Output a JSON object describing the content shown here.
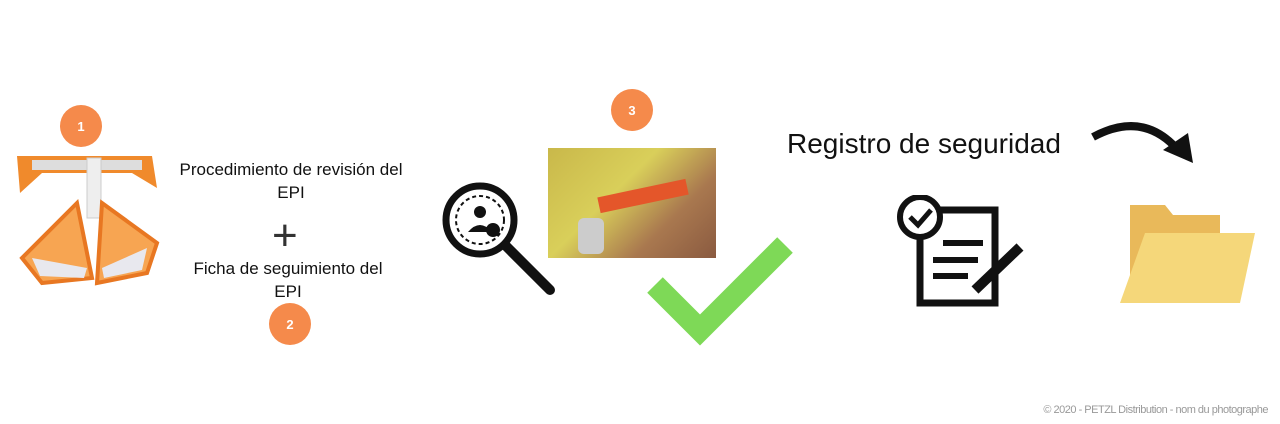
{
  "steps": [
    {
      "number": "1"
    },
    {
      "number": "2"
    },
    {
      "number": "3"
    }
  ],
  "procedure_text": {
    "line1": "Procedimiento de revisión del",
    "line2": "EPI"
  },
  "plus_symbol": "+",
  "tracking_text": {
    "line1": "Ficha de seguimiento del",
    "line2": "EPI"
  },
  "heading": "Registro de seguridad",
  "copyright": "© 2020 - PETZL Distribution - nom du photographe",
  "colors": {
    "badge": "#f58a4b",
    "check": "#7ed957",
    "folder": "#f5d77a",
    "harness": "#f08a2c"
  }
}
